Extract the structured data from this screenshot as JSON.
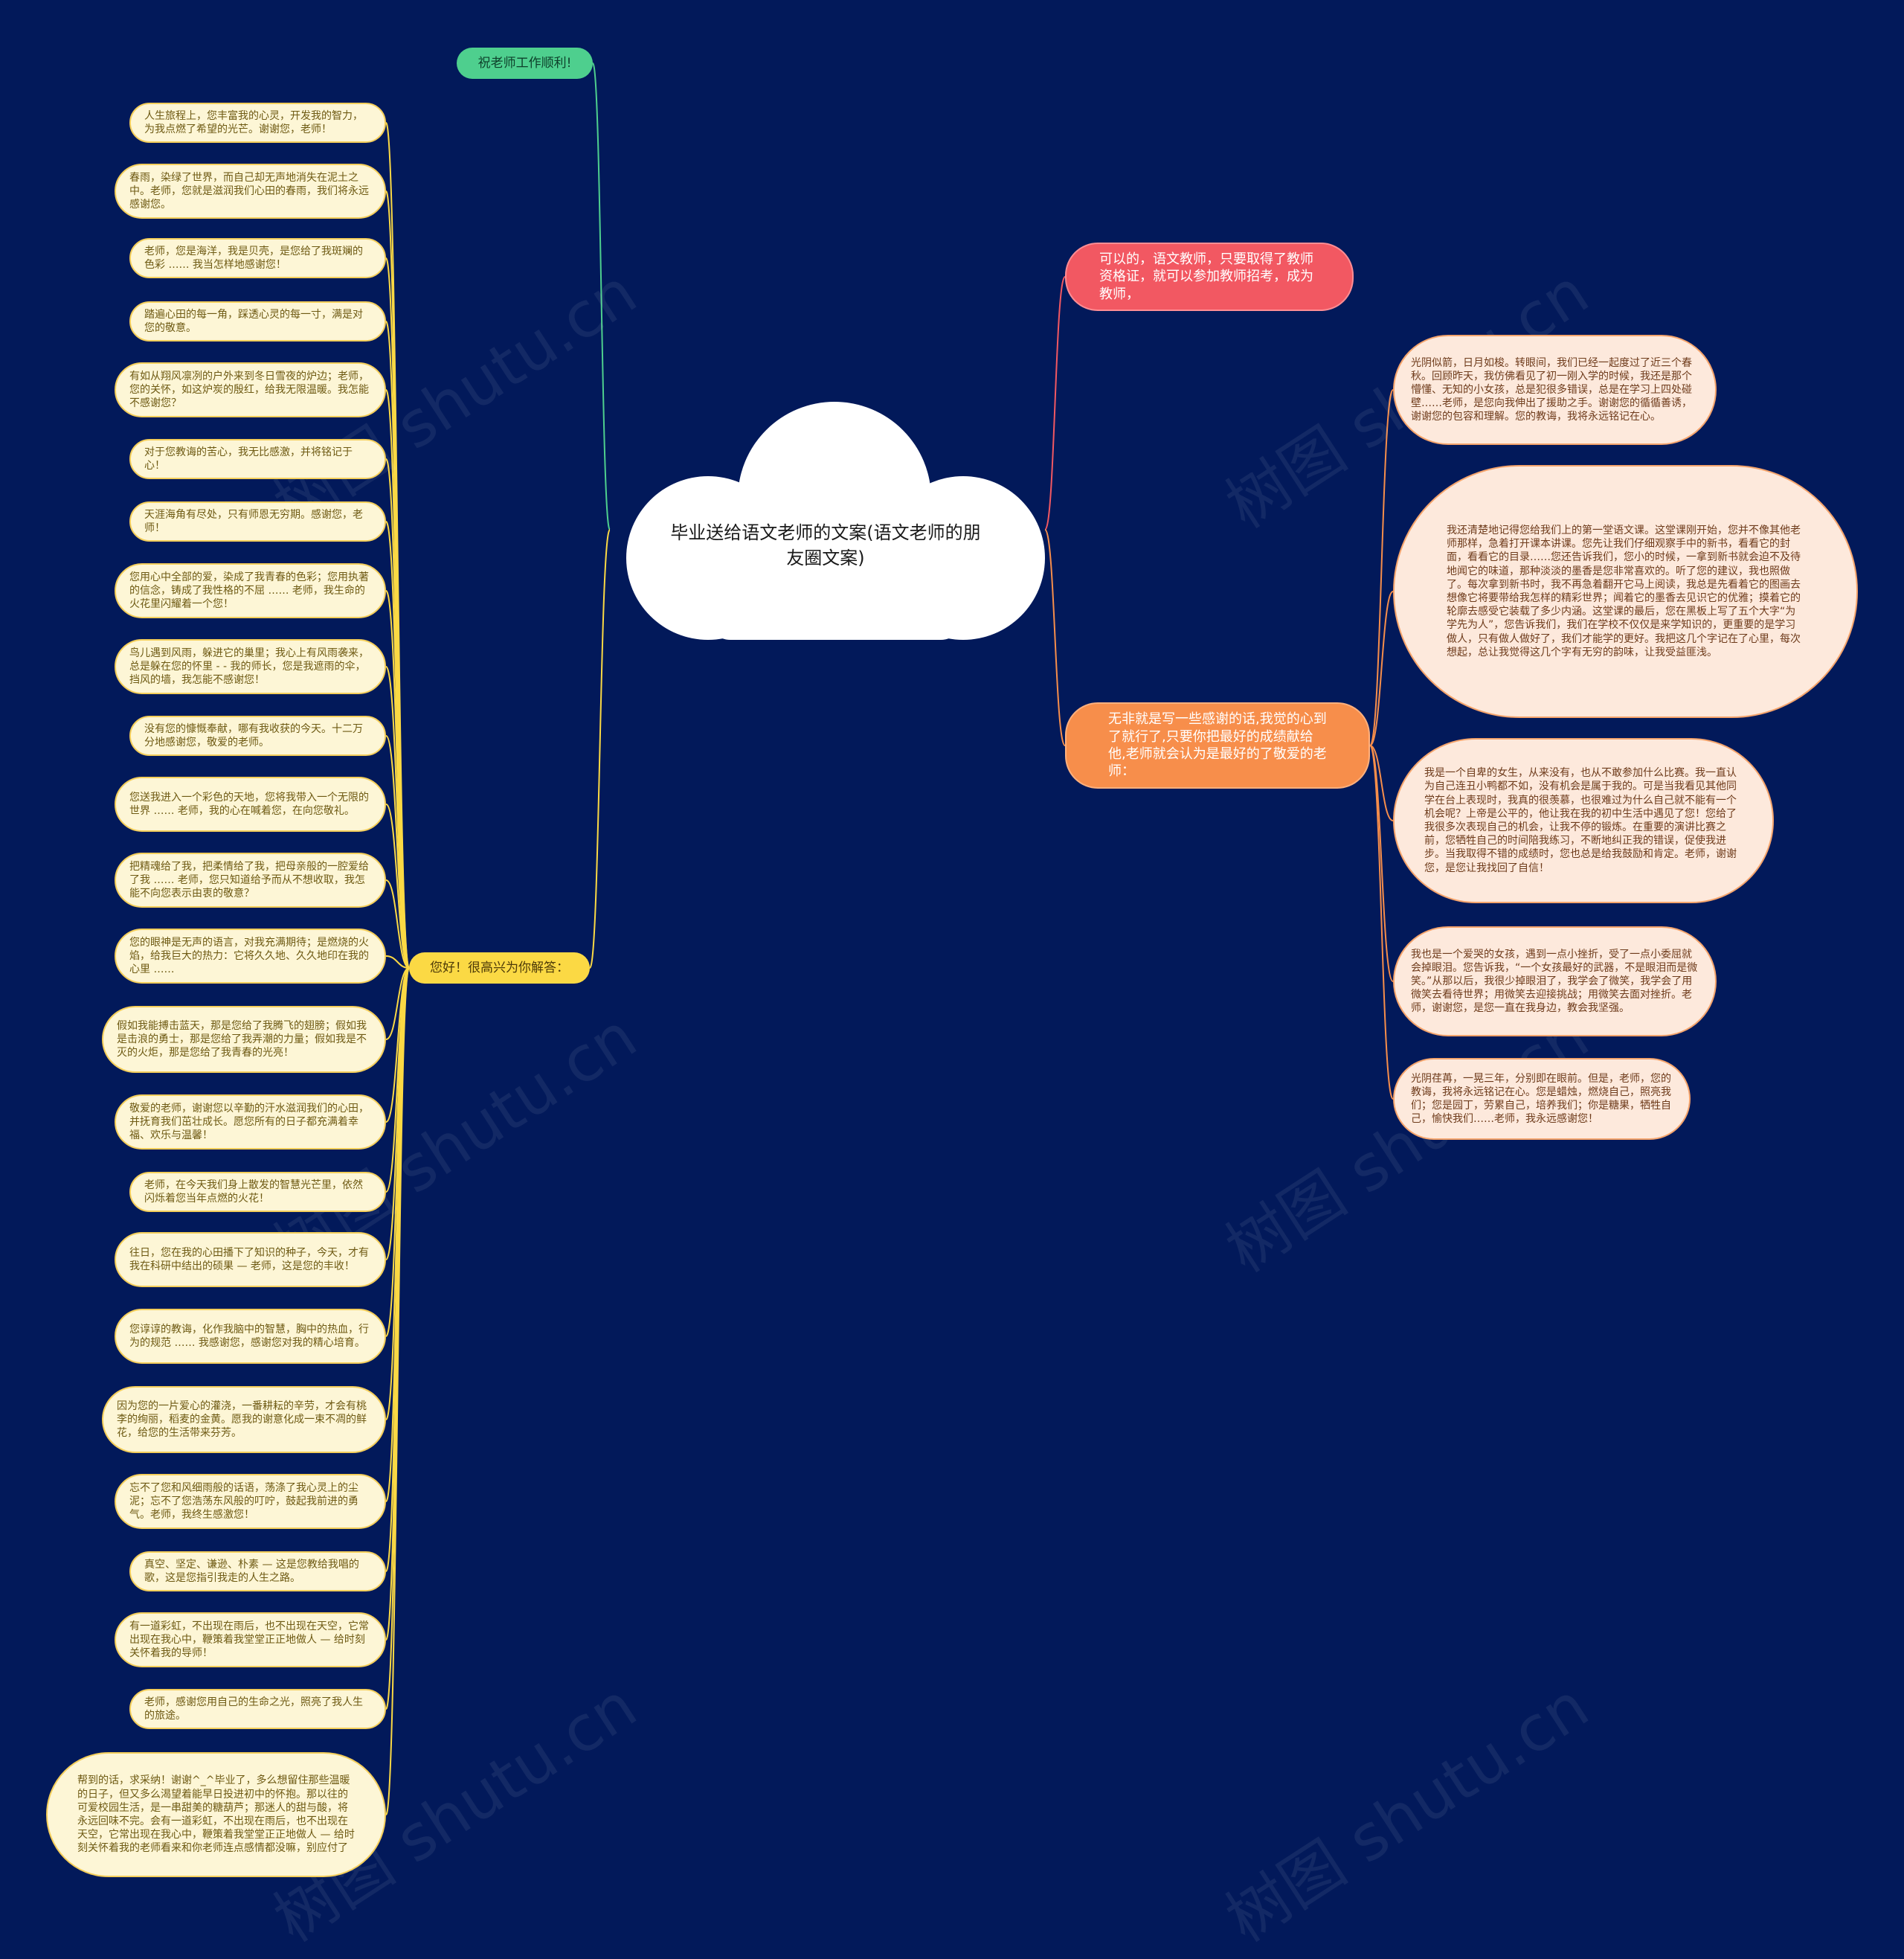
{
  "root": {
    "title": "毕业送给语文老师的文案(语文老师的朋友圈文案)"
  },
  "branches": {
    "green": {
      "label": "祝老师工作顺利!"
    },
    "yellow": {
      "label": "您好！很高兴为你解答："
    },
    "red": {
      "label": "可以的，语文教师，只要取得了教师资格证，就可以参加教师招考，成为教师，"
    },
    "orange": {
      "label": "无非就是写一些感谢的话,我觉的心到了就行了,只要你把最好的成绩献给他,老师就会认为是最好的了敬爱的老师："
    }
  },
  "left_leaves": [
    "人生旅程上，您丰富我的心灵，开发我的智力，为我点燃了希望的光芒。谢谢您，老师！",
    "春雨，染绿了世界，而自己却无声地消失在泥土之中。老师，您就是滋润我们心田的春雨，我们将永远感谢您。",
    "老师，您是海洋，我是贝壳，是您给了我斑斓的色彩 …… 我当怎样地感谢您！",
    "踏遍心田的每一角，踩透心灵的每一寸，满是对您的敬意。",
    "有如从翔风凛冽的户外来到冬日雪夜的炉边；老师，您的关怀，如这炉炭的殷红，给我无限温暖。我怎能不感谢您？",
    "对于您教诲的苦心，我无比感激，并将铭记于心！",
    "天涯海角有尽处，只有师恩无穷期。感谢您，老师！",
    "您用心中全部的爱，染成了我青春的色彩；您用执著的信念，铸成了我性格的不屈 …… 老师，我生命的火花里闪耀着一个您！",
    "鸟儿遇到风雨，躲进它的巢里；我心上有风雨袭来，总是躲在您的怀里 - - 我的师长，您是我遮雨的伞，挡风的墙，我怎能不感谢您！",
    "没有您的慷慨奉献，哪有我收获的今天。十二万分地感谢您，敬爱的老师。",
    "您送我进入一个彩色的天地，您将我带入一个无限的世界 …… 老师，我的心在喊着您，在向您敬礼。",
    "把精魂给了我，把柔情给了我，把母亲般的一腔爱给了我 …… 老师，您只知道给予而从不想收取，我怎能不向您表示由衷的敬意？",
    "您的眼神是无声的语言，对我充满期待；是燃烧的火焰，给我巨大的热力：它将久久地、久久地印在我的心里 ……",
    "假如我能搏击蓝天，那是您给了我腾飞的翅膀；假如我是击浪的勇士，那是您给了我弄潮的力量；假如我是不灭的火炬，那是您给了我青春的光亮！",
    "敬爱的老师，谢谢您以辛勤的汗水滋润我们的心田，并抚育我们茁壮成长。愿您所有的日子都充满着幸福、欢乐与温馨！",
    "老师，在今天我们身上散发的智慧光芒里，依然闪烁着您当年点燃的火花！",
    "往日，您在我的心田播下了知识的种子，今天，才有我在科研中结出的硕果 — 老师，这是您的丰收！",
    "您谆谆的教诲，化作我脑中的智慧，胸中的热血，行为的规范 …… 我感谢您，感谢您对我的精心培育。",
    "因为您的一片爱心的灌浇，一番耕耘的辛劳，才会有桃李的绚丽，稻麦的金黄。愿我的谢意化成一束不凋的鲜花，给您的生活带来芬芳。",
    "忘不了您和风细雨般的话语，荡涤了我心灵上的尘泥；忘不了您浩荡东风般的叮咛，鼓起我前进的勇气。老师，我终生感激您！",
    "真空、坚定、谦逊、朴素 — 这是您教给我唱的歌，这是您指引我走的人生之路。",
    "有一道彩虹，不出现在雨后，也不出现在天空，它常出现在我心中，鞭策着我堂堂正正地做人 — 给时刻关怀着我的导师！",
    "老师，感谢您用自己的生命之光，照亮了我人生的旅途。",
    "帮到的话，求采纳！谢谢^_^毕业了，多么想留住那些温暖的日子，但又多么渴望着能早日投进初中的怀抱。那以往的可爱校园生活，是一串甜美的糖葫芦；那迷人的甜与酸，将永远回味不完。会有一道彩虹，不出现在雨后，也不出现在天空，它常出现在我心中，鞭策着我堂堂正正地做人 — 给时刻关怀着我的老师看来和你老师连点感情都没嘛，别应付了"
  ],
  "right_leaves": [
    "光阴似箭，日月如梭。转眼间，我们已经一起度过了近三个春秋。回顾昨天，我仿佛看见了初一刚入学的时候，我还是那个懵懂、无知的小女孩，总是犯很多错误，总是在学习上四处碰壁……老师，是您向我伸出了援助之手。谢谢您的循循善诱，谢谢您的包容和理解。您的教诲，我将永远铭记在心。",
    "我还清楚地记得您给我们上的第一堂语文课。这堂课刚开始，您并不像其他老师那样，急着打开课本讲课。您先让我们仔细观察手中的新书，看看它的封面，看看它的目录……您还告诉我们，您小的时候，一拿到新书就会迫不及待地闻它的味道，那种淡淡的墨香是您非常喜欢的。听了您的建议，我也照做了。每次拿到新书时，我不再急着翻开它马上阅读，我总是先看着它的图画去想像它将要带给我怎样的精彩世界；闻着它的墨香去见识它的优雅；摸着它的轮廓去感受它装载了多少内涵。这堂课的最后，您在黑板上写了五个大字“为学先为人”，您告诉我们，我们在学校不仅仅是来学知识的，更重要的是学习做人，只有做人做好了，我们才能学的更好。我把这几个字记在了心里，每次想起，总让我觉得这几个字有无穷的韵味，让我受益匪浅。",
    "我是一个自卑的女生，从来没有，也从不敢参加什么比赛。我一直认为自己连丑小鸭都不如，没有机会是属于我的。可是当我看见其他同学在台上表现时，我真的很羡慕，也很难过为什么自己就不能有一个机会呢？上帝是公平的，他让我在我的初中生活中遇见了您！您给了我很多次表现自己的机会，让我不停的锻炼。在重要的演讲比赛之前，您牺牲自己的时间陪我练习，不断地纠正我的错误，促使我进步。当我取得不错的成绩时，您也总是给我鼓励和肯定。老师，谢谢您，是您让我找回了自信！",
    "我也是一个爱哭的女孩，遇到一点小挫折，受了一点小委屈就会掉眼泪。您告诉我，“一个女孩最好的武器，不是眼泪而是微笑。”从那以后，我很少掉眼泪了，我学会了微笑，我学会了用微笑去看待世界；用微笑去迎接挑战；用微笑去面对挫折。老师，谢谢您，是您一直在我身边，教会我坚强。",
    "光阴荏苒，一晃三年，分别即在眼前。但是，老师，您的教诲，我将永远铭记在心。您是蜡烛，燃烧自己，照亮我们；您是园丁，劳累自己，培养我们；你是糖果，牺牲自己，愉快我们……老师，我永远感谢您！"
  ],
  "watermark": "树图 shutu.cn",
  "colors": {
    "background": "#02195a",
    "green": "#4ecf8e",
    "yellow": "#fbd944",
    "red": "#f25862",
    "orange": "#f78e4b"
  }
}
